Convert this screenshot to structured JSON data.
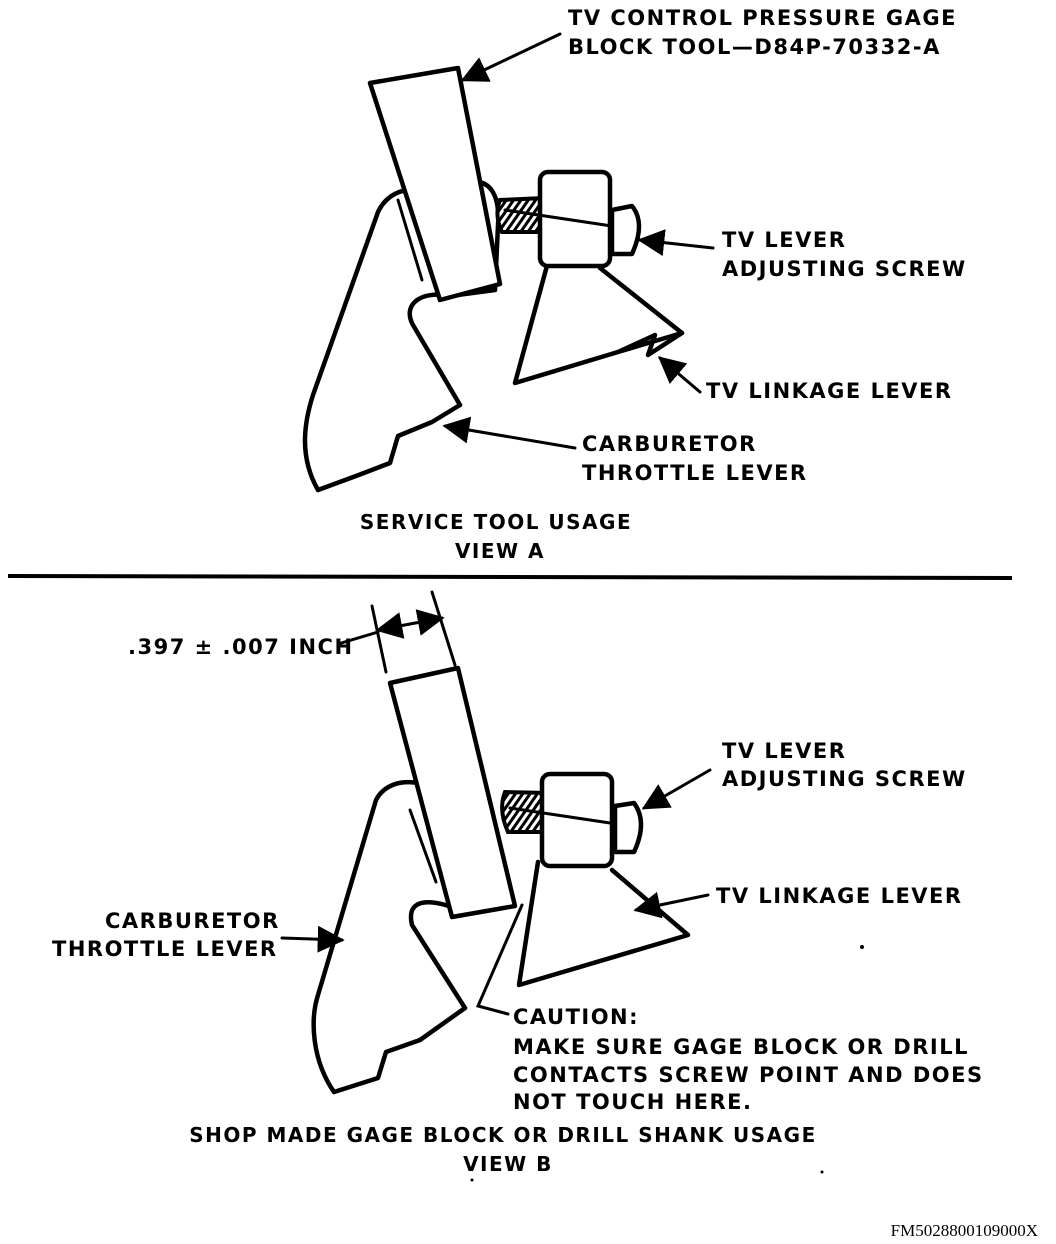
{
  "view_a": {
    "labels": {
      "gage_tool": [
        "TV CONTROL PRESSURE GAGE",
        "BLOCK TOOL—D84P-70332-A"
      ],
      "adjusting_screw": [
        "TV LEVER",
        "ADJUSTING SCREW"
      ],
      "linkage_lever": "TV LINKAGE LEVER",
      "throttle_lever": [
        "CARBURETOR",
        "THROTTLE LEVER"
      ]
    },
    "caption": [
      "SERVICE TOOL USAGE",
      "VIEW A"
    ]
  },
  "view_b": {
    "labels": {
      "dimension": ".397 ± .007 INCH",
      "adjusting_screw": [
        "TV LEVER",
        "ADJUSTING SCREW"
      ],
      "linkage_lever": "TV LINKAGE LEVER",
      "throttle_lever": [
        "CARBURETOR",
        "THROTTLE LEVER"
      ],
      "caution": [
        "CAUTION:",
        "MAKE SURE GAGE BLOCK OR DRILL",
        "CONTACTS SCREW POINT AND DOES",
        "NOT TOUCH HERE."
      ]
    },
    "caption": [
      "SHOP MADE GAGE BLOCK OR DRILL SHANK USAGE",
      "VIEW B"
    ]
  },
  "figure_code": "FM5028800109000X"
}
